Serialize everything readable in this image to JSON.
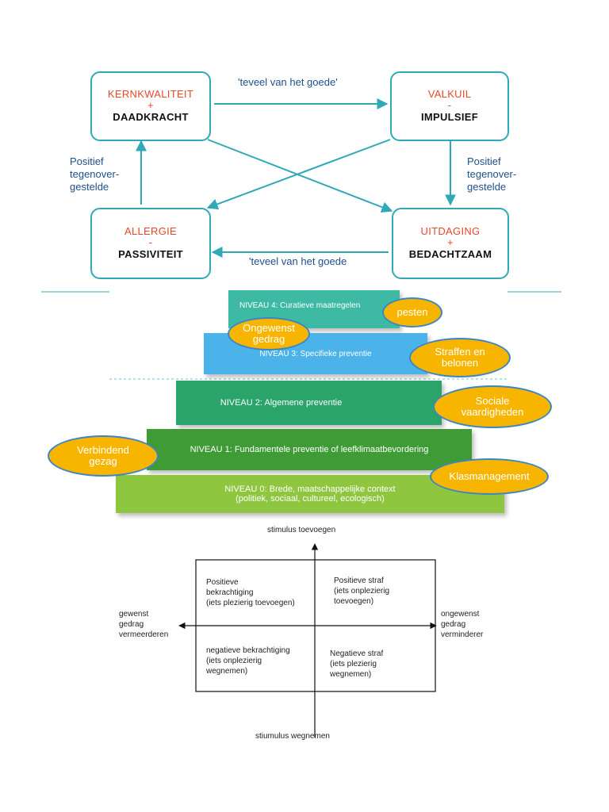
{
  "kernkwadrant": {
    "top_left": {
      "red": "KERNKWALITEIT",
      "sign": "+",
      "black": "DAADKRACHT"
    },
    "top_right": {
      "red": "VALKUIL",
      "sign": "-",
      "black": "IMPULSIEF"
    },
    "bottom_left": {
      "red": "ALLERGIE",
      "sign": "-",
      "black": "PASSIVITEIT"
    },
    "bottom_right": {
      "red": "UITDAGING",
      "sign": "+",
      "black": "BEDACHTZAAM"
    },
    "top_arrow_label": "'teveel van het goede'",
    "bottom_arrow_label": "'teveel van het goede",
    "left_label": [
      "Positief",
      "tegenover-",
      "gestelde"
    ],
    "right_label": [
      "Positief",
      "tegenover-",
      "gestelde"
    ]
  },
  "levels": [
    {
      "label": "NIVEAU 4: Curatieve maatregelen",
      "color": "#3db9a4"
    },
    {
      "label": "NIVEAU 3: Specifieke preventie",
      "color": "#4bb3ea"
    },
    {
      "label": "NIVEAU 2: Algemene preventie",
      "color": "#2aa46b"
    },
    {
      "label": "NIVEAU 1: Fundamentele preventie of leefklimaatbevordering",
      "color": "#3e9b36"
    },
    {
      "label": "NIVEAU 0: Brede, maatschappelijke context",
      "label2": "(politiek, sociaal, cultureel, ecologisch)",
      "color": "#8ec63f"
    }
  ],
  "ovals": {
    "pesten": "pesten",
    "ongewenst": [
      "Ongewenst",
      "gedrag"
    ],
    "straffen": [
      "Straffen en",
      "belonen"
    ],
    "sociale": [
      "Sociale",
      "vaardigheden"
    ],
    "verbindend": [
      "Verbindend",
      "gezag"
    ],
    "klasmanagement": "Klasmanagement",
    "fill": "#f7b500",
    "border": "#3b86c6"
  },
  "quadrant": {
    "top_axis": "stimulus toevoegen",
    "bottom_axis": "stiumulus wegnemen",
    "left_axis": [
      "gewenst",
      "gedrag",
      "vermeerderen"
    ],
    "right_axis": [
      "ongewenst",
      "gedrag",
      "verminderer"
    ],
    "q1": [
      "Positieve",
      "bekrachtiging",
      "(iets plezierig toevoegen)"
    ],
    "q2": [
      "Positieve straf",
      "(iets onplezierig",
      "toevoegen)"
    ],
    "q3": [
      "negatieve bekrachtiging",
      "(iets onplezierig",
      "wegnemen)"
    ],
    "q4": [
      "Negatieve straf",
      "(iets plezierig",
      "wegnemen)"
    ]
  }
}
